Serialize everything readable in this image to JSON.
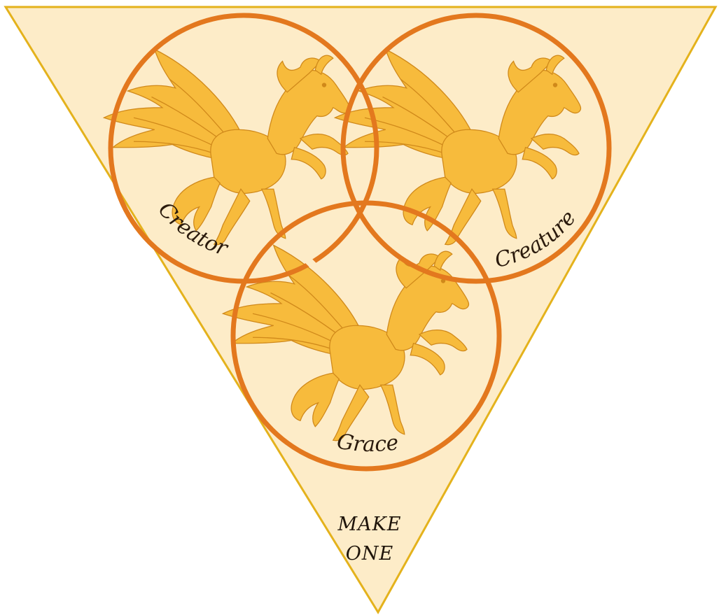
{
  "colors": {
    "triangle_fill": "#fdecc8",
    "triangle_stroke": "#e4b21c",
    "ring_stroke": "#e3781e",
    "pegasus_fill": "#f7bb3c",
    "pegasus_line": "#d0891a",
    "label_text": "#2a1a0c"
  },
  "circles": [
    {
      "id": "creator",
      "label": "Creator",
      "icon": "winged-horse-icon"
    },
    {
      "id": "creature",
      "label": "Creature",
      "icon": "winged-horse-icon"
    },
    {
      "id": "grace",
      "label": "Grace",
      "icon": "winged-horse-icon"
    }
  ],
  "motto": {
    "line1": "MAKE",
    "line2": "ONE"
  }
}
